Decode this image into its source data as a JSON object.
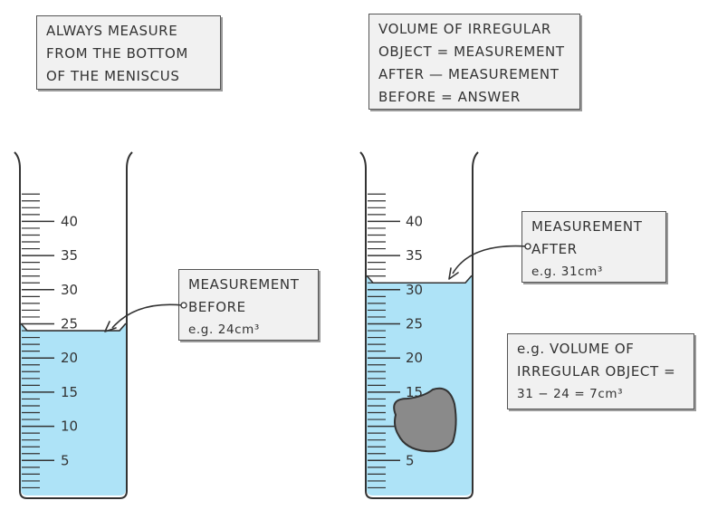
{
  "boxes": {
    "meniscus_tip": [
      "ALWAYS  MEASURE",
      "FROM THE BOTTOM",
      "OF  THE  MENISCUS"
    ],
    "formula": [
      "VOLUME OF IRREGULAR",
      "OBJECT = MEASUREMENT",
      "AFTER — MEASUREMENT",
      "BEFORE = ANSWER"
    ],
    "before": [
      "MEASUREMENT",
      "BEFORE",
      "e.g.  24cm³"
    ],
    "after": [
      "MEASUREMENT",
      "AFTER",
      "e.g.  31cm³"
    ],
    "example": [
      "e.g.  VOLUME  OF",
      "IRREGULAR  OBJECT =",
      "31 − 24 = 7cm³"
    ]
  },
  "cylinders": {
    "scale_labels": [
      "5",
      "10",
      "15",
      "20",
      "25",
      "30",
      "35",
      "40"
    ],
    "scale_values": [
      5,
      10,
      15,
      20,
      25,
      30,
      35,
      40
    ],
    "left_water_level": 24,
    "right_water_level": 31
  },
  "colors": {
    "water": "#aee3f7",
    "water_edge": "#7cc8e6",
    "stone": "#8a8a8a",
    "outline": "#333333"
  }
}
